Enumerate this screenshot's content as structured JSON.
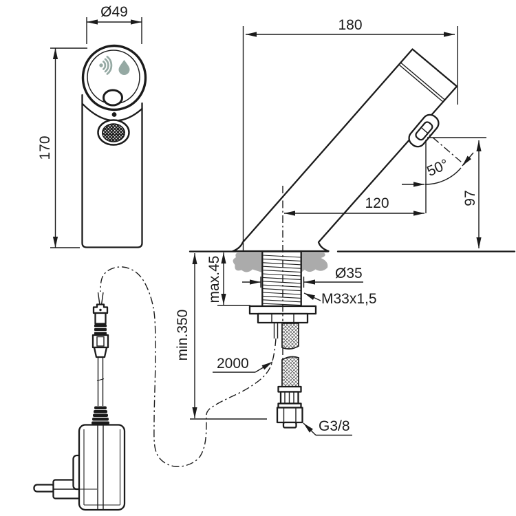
{
  "title": "Sensor faucet installation drawing",
  "labels": {
    "front": {
      "cap_diameter": "Ø49",
      "total_height": "170"
    },
    "side": {
      "projection": "180",
      "spout_angle": "50°",
      "spout_reach": "120",
      "outlet_height": "97"
    },
    "install": {
      "max_deck_thickness": "max.45",
      "hole_diameter": "Ø35",
      "shank_thread": "M33x1,5",
      "min_clearance": "min.350",
      "cable_length": "2000",
      "inlet_thread": "G3/8"
    }
  },
  "icons": {
    "sensor": "signal-waves-and-water-drop"
  },
  "colors": {
    "line": "#1b1b1b",
    "deck": "#ababab",
    "icon": "#95a9a3"
  }
}
